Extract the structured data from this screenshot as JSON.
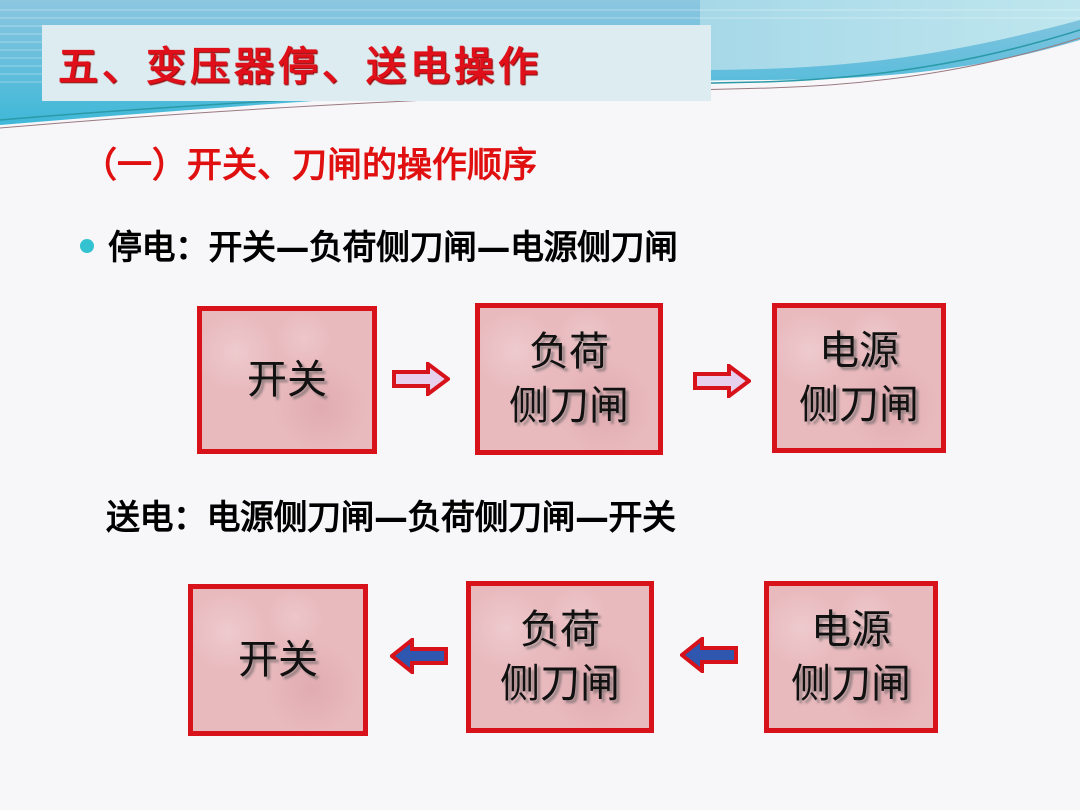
{
  "slide": {
    "title": "五、变压器停、送电操作",
    "subtitle": "（一）开关、刀闸的操作顺序",
    "power_off": {
      "text": "停电：开关—负荷侧刀闸—电源侧刀闸",
      "boxes": [
        {
          "line1": "开关",
          "line2": ""
        },
        {
          "line1": "负荷",
          "line2": "侧刀闸"
        },
        {
          "line1": "电源",
          "line2": "侧刀闸"
        }
      ],
      "arrow_direction": "right"
    },
    "power_on": {
      "text": "送电：电源侧刀闸—负荷侧刀闸—开关",
      "boxes": [
        {
          "line1": "开关",
          "line2": ""
        },
        {
          "line1": "负荷",
          "line2": "侧刀闸"
        },
        {
          "line1": "电源",
          "line2": "侧刀闸"
        }
      ],
      "arrow_direction": "left"
    }
  },
  "colors": {
    "title_red": "#e0101a",
    "box_border": "#d8121a",
    "box_fill": "#e8b9bd",
    "bullet": "#33c3d0",
    "arrow_right_fill": "#e6d0ee",
    "arrow_left_fill": "#2f57b0"
  }
}
